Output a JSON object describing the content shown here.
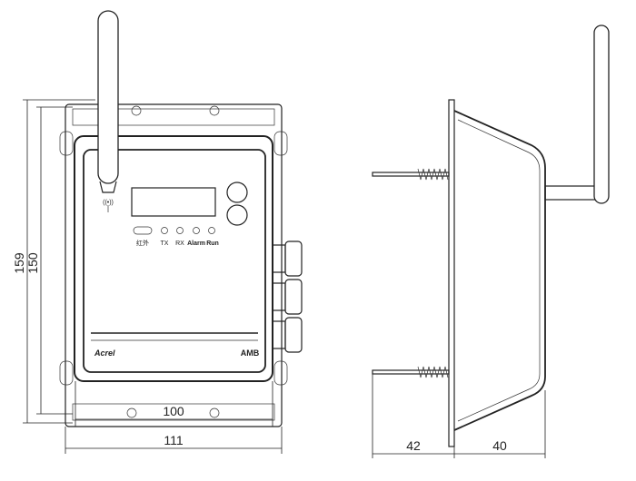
{
  "front_view": {
    "led_labels": [
      "红外",
      "TX",
      "RX",
      "Alarm",
      "Run"
    ],
    "brand": "Acrel",
    "model": "AMB"
  },
  "dimensions": {
    "overall_height": "159",
    "mounting_height": "150",
    "body_width": "100",
    "overall_width": "111",
    "screw_depth": "42",
    "body_depth": "40"
  }
}
